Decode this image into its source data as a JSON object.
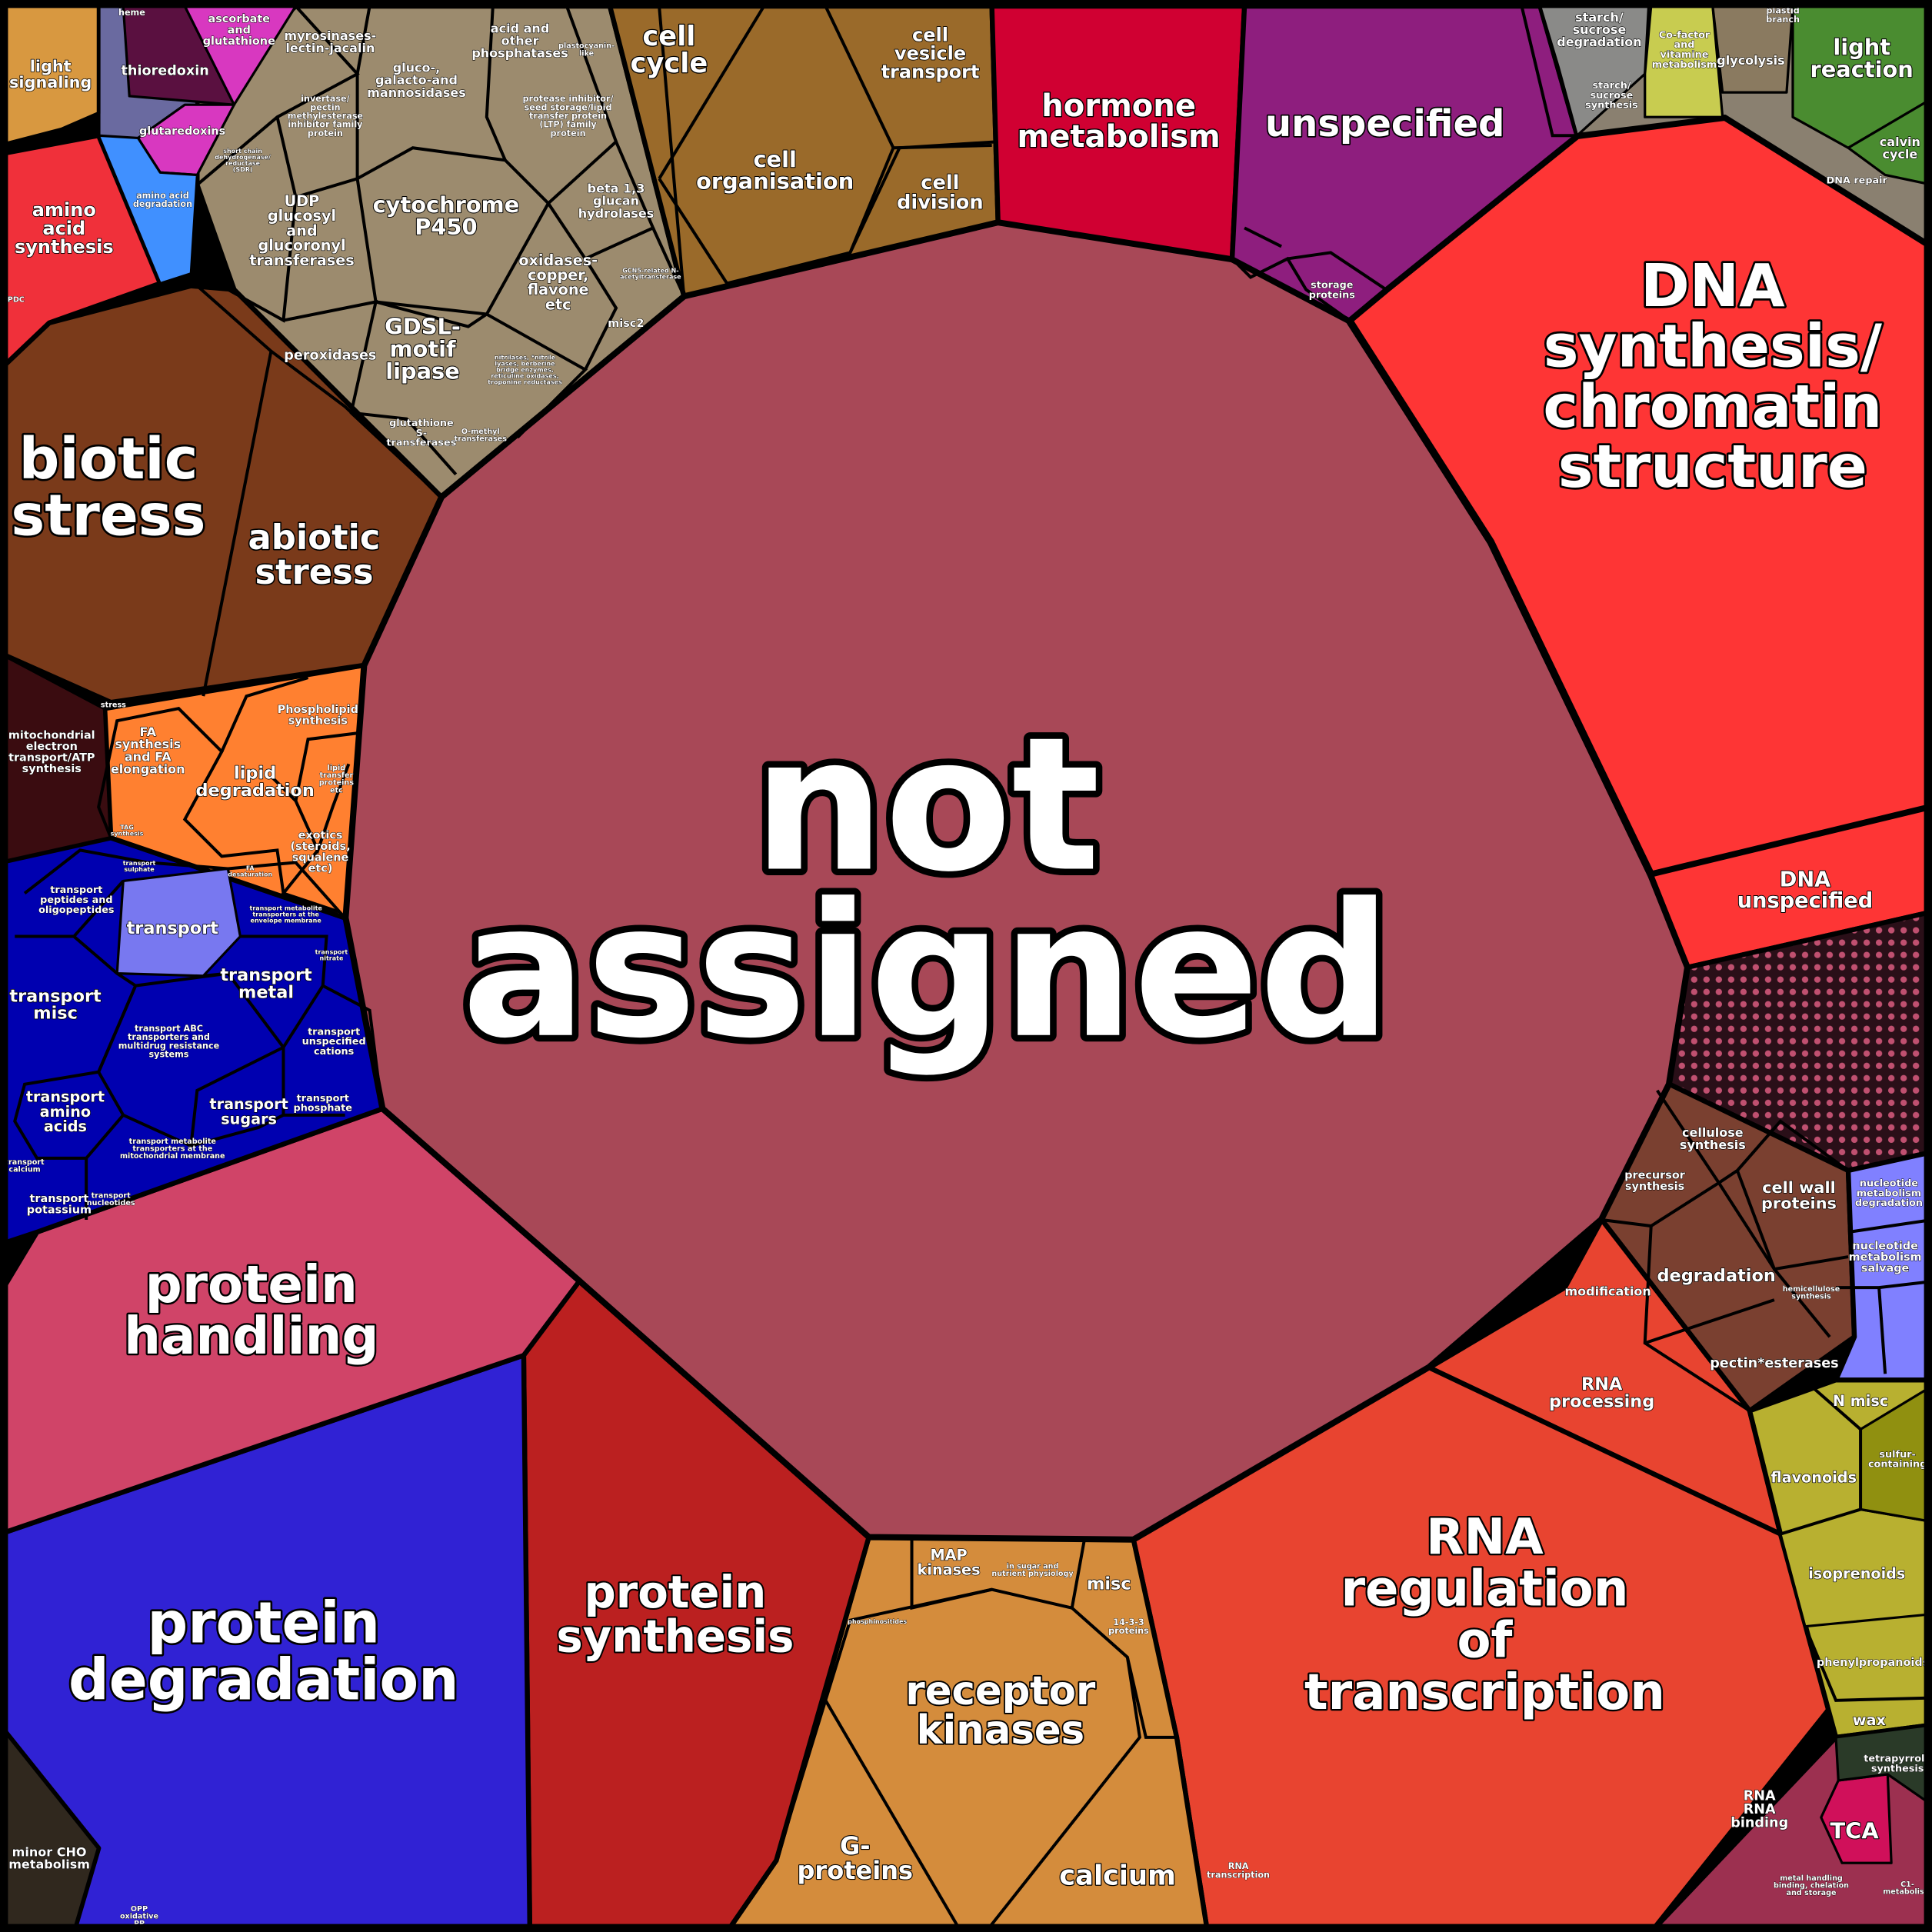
{
  "title": "Voronoi treemap of functional bins",
  "cells": [
    {
      "id": "not-assigned",
      "lines": [
        "not",
        "assigned"
      ],
      "color": "#a84857"
    },
    {
      "id": "dna-synthesis",
      "lines": [
        "DNA",
        "synthesis/",
        "chromatin",
        "structure"
      ],
      "color": "#fe3535"
    },
    {
      "id": "dna-unspecified",
      "lines": [
        "DNA",
        "unspecified"
      ],
      "color": "#fe3535"
    },
    {
      "id": "hatched",
      "lines": [],
      "color": "#2a0f18"
    },
    {
      "id": "cell-wall",
      "lines": [],
      "color": "#7a4030"
    },
    {
      "id": "nucleotide",
      "lines": [],
      "color": "#8080ff"
    },
    {
      "id": "rna-processing",
      "lines": [
        "RNA",
        "processing"
      ],
      "color": "#e84430"
    },
    {
      "id": "rna-regulation",
      "lines": [
        "RNA",
        "regulation",
        "of",
        "transcription"
      ],
      "color": "#e84430"
    },
    {
      "id": "secondary-metabolism",
      "lines": [],
      "color": "#b8b030"
    },
    {
      "id": "lower-right",
      "lines": [],
      "color": "#9c3050"
    },
    {
      "id": "signalling",
      "lines": [],
      "color": "#d48c3c"
    },
    {
      "id": "protein-synthesis",
      "lines": [
        "protein",
        "synthesis"
      ],
      "color": "#bb2020"
    },
    {
      "id": "protein-degradation",
      "lines": [
        "protein",
        "degradation"
      ],
      "color": "#3022d4"
    },
    {
      "id": "minor-cho",
      "lines": [
        "minor CHO",
        "metabolism"
      ],
      "color": "#30281e"
    },
    {
      "id": "protein-handling",
      "lines": [
        "protein",
        "handling"
      ],
      "color": "#d04468"
    },
    {
      "id": "transport-group",
      "lines": [],
      "color": "#0000b0"
    },
    {
      "id": "lipid",
      "lines": [],
      "color": "#ff8030"
    },
    {
      "id": "mito-electron",
      "lines": [
        "mitochondrial",
        "electron",
        "transport/ATP",
        "synthesis"
      ],
      "color": "#3a0c10"
    },
    {
      "id": "stress",
      "lines": [],
      "color": "#7a3a1a"
    },
    {
      "id": "misc",
      "lines": [],
      "color": "#9c8b6e"
    },
    {
      "id": "cell",
      "lines": [],
      "color": "#9a6a2a"
    },
    {
      "id": "hormone-metabolism",
      "lines": [
        "hormone",
        "metabolism"
      ],
      "color": "#d00032"
    },
    {
      "id": "unspecified",
      "lines": [
        "unspecified"
      ],
      "color": "#8e1e7e"
    },
    {
      "id": "photosynthesis",
      "lines": [],
      "color": "#8a8070"
    },
    {
      "id": "amino-acid-synthesis",
      "lines": [
        "amino",
        "acid",
        "synthesis"
      ],
      "color": "#f0303a"
    },
    {
      "id": "redox",
      "lines": [],
      "color": "#6a6aa0"
    },
    {
      "id": "light-signaling",
      "lines": [
        "light",
        "signaling"
      ],
      "color": "#d89840"
    },
    {
      "id": "thioredoxin",
      "lines": [
        "thioredoxin"
      ],
      "color": "#5a1040"
    },
    {
      "id": "ascorbate",
      "lines": [
        "ascorbate",
        "and",
        "glutathione"
      ],
      "color": "#d838c0"
    },
    {
      "id": "glutaredoxins",
      "lines": [
        "glutaredoxins"
      ],
      "color": "#d838c0"
    },
    {
      "id": "amino-acid-degradation",
      "lines": [
        "amino acid",
        "degradation"
      ],
      "color": "#4090ff"
    },
    {
      "id": "transport-main",
      "lines": [
        "transport"
      ],
      "color": "#7878f0"
    },
    {
      "id": "tca",
      "lines": [
        "TCA"
      ],
      "color": "#d0105a"
    },
    {
      "id": "starch-gray",
      "lines": [
        "starch/",
        "sucrose",
        "degradation"
      ],
      "color": "#8a8a88"
    },
    {
      "id": "co-factor",
      "lines": [
        "Co-factor",
        "and",
        "vitamine",
        "metabolism"
      ],
      "color": "#c8cc50"
    },
    {
      "id": "glycolysis",
      "lines": [
        "glycolysis"
      ],
      "color": "#8a7a60"
    },
    {
      "id": "light-reaction",
      "lines": [
        "light",
        "reaction"
      ],
      "color": "#4a8c30"
    },
    {
      "id": "calvin-cycle",
      "lines": [
        "calvin",
        "cycle"
      ],
      "color": "#4a8c30"
    },
    {
      "id": "isoprenoid-cell",
      "lines": [
        "isoprenoids"
      ],
      "color": "#b8b030"
    },
    {
      "id": "sulfur-cell",
      "lines": [
        "sulfur-",
        "containing"
      ],
      "color": "#909010"
    },
    {
      "id": "tetrapyrrole",
      "lines": [
        "tetrapyrrole",
        "synthesis"
      ],
      "color": "#2a3a28"
    }
  ],
  "labels": [
    {
      "id": "cellulose",
      "lines": [
        "cellulose",
        "synthesis"
      ]
    },
    {
      "id": "precursor",
      "lines": [
        "precursor",
        "synthesis"
      ]
    },
    {
      "id": "cw-proteins",
      "lines": [
        "cell wall",
        "proteins"
      ]
    },
    {
      "id": "cw-degradation",
      "lines": [
        "degradation"
      ]
    },
    {
      "id": "modification",
      "lines": [
        "modification"
      ]
    },
    {
      "id": "hemicellulose",
      "lines": [
        "hemicellulose",
        "synthesis"
      ]
    },
    {
      "id": "pectin",
      "lines": [
        "pectin*esterases"
      ]
    },
    {
      "id": "nuc-deg",
      "lines": [
        "nucleotide",
        "metabolism",
        "degradation"
      ]
    },
    {
      "id": "nuc-salvage",
      "lines": [
        "nucleotide",
        "metabolism",
        "salvage"
      ]
    },
    {
      "id": "rna-binding",
      "lines": [
        "RNA",
        "RNA",
        "binding"
      ]
    },
    {
      "id": "rna-transcription",
      "lines": [
        "RNA",
        "transcription"
      ]
    },
    {
      "id": "n-misc",
      "lines": [
        "N misc"
      ]
    },
    {
      "id": "flavonoids",
      "lines": [
        "flavonoids"
      ]
    },
    {
      "id": "phenylpropanoids",
      "lines": [
        "phenylpropanoids"
      ]
    },
    {
      "id": "wax",
      "lines": [
        "wax"
      ]
    },
    {
      "id": "metal-handling",
      "lines": [
        "metal handling",
        "binding, chelation",
        "and storage"
      ]
    },
    {
      "id": "c1",
      "lines": [
        "C1-",
        "metabolism"
      ]
    },
    {
      "id": "map-kinases",
      "lines": [
        "MAP",
        "kinases"
      ]
    },
    {
      "id": "sugar-nutrient",
      "lines": [
        "in sugar and",
        "nutrient physiology"
      ]
    },
    {
      "id": "sig-misc",
      "lines": [
        "misc"
      ]
    },
    {
      "id": "14-3-3",
      "lines": [
        "14-3-3",
        "proteins"
      ]
    },
    {
      "id": "phosphinositides",
      "lines": [
        "phosphinositides"
      ]
    },
    {
      "id": "receptor-kinases",
      "lines": [
        "receptor",
        "kinases"
      ]
    },
    {
      "id": "g-proteins",
      "lines": [
        "G-",
        "proteins"
      ]
    },
    {
      "id": "calcium",
      "lines": [
        "calcium"
      ]
    },
    {
      "id": "opp",
      "lines": [
        "OPP",
        "oxidative",
        "PP"
      ]
    },
    {
      "id": "t-peptides",
      "lines": [
        "transport",
        "peptides and",
        "oligopeptides"
      ]
    },
    {
      "id": "t-metal",
      "lines": [
        "transport",
        "metal"
      ]
    },
    {
      "id": "t-misc",
      "lines": [
        "transport",
        "misc"
      ]
    },
    {
      "id": "t-abc",
      "lines": [
        "transport ABC",
        "transporters and",
        "multidrug resistance",
        "systems"
      ]
    },
    {
      "id": "t-cations",
      "lines": [
        "transport",
        "unspecified",
        "cations"
      ]
    },
    {
      "id": "t-sugars",
      "lines": [
        "transport",
        "sugars"
      ]
    },
    {
      "id": "t-phosphate",
      "lines": [
        "transport",
        "phosphate"
      ]
    },
    {
      "id": "t-amino",
      "lines": [
        "transport",
        "amino",
        "acids"
      ]
    },
    {
      "id": "t-potassium",
      "lines": [
        "transport",
        "potassium"
      ]
    },
    {
      "id": "t-calcium",
      "lines": [
        "transport",
        "calcium"
      ]
    },
    {
      "id": "t-nucleotides",
      "lines": [
        "transport",
        "nucleotides"
      ]
    },
    {
      "id": "t-mito",
      "lines": [
        "transport metabolite",
        "transporters at the",
        "mitochondrial membrane"
      ]
    },
    {
      "id": "t-envelope",
      "lines": [
        "transport metabolite",
        "transporters at the",
        "envelope membrane"
      ]
    },
    {
      "id": "t-nitrate",
      "lines": [
        "transport",
        "nitrate"
      ]
    },
    {
      "id": "t-sulphate",
      "lines": [
        "transport",
        "sulphate"
      ]
    },
    {
      "id": "fa-synthesis",
      "lines": [
        "FA",
        "synthesis",
        "and FA",
        "elongation"
      ]
    },
    {
      "id": "lipid-deg",
      "lines": [
        "lipid",
        "degradation"
      ]
    },
    {
      "id": "phospholipid",
      "lines": [
        "Phospholipid",
        "synthesis"
      ]
    },
    {
      "id": "exotics",
      "lines": [
        "exotics",
        "(steroids,",
        "squalene",
        "etc)"
      ]
    },
    {
      "id": "lipid-transfer",
      "lines": [
        "lipid",
        "transfer",
        "proteins",
        "etc"
      ]
    },
    {
      "id": "fa-desat",
      "lines": [
        "FA",
        "desaturation"
      ]
    },
    {
      "id": "tag",
      "lines": [
        "TAG",
        "synthesis"
      ]
    },
    {
      "id": "stress-small",
      "lines": [
        "stress"
      ]
    },
    {
      "id": "biotic",
      "lines": [
        "biotic",
        "stress"
      ]
    },
    {
      "id": "abiotic",
      "lines": [
        "abiotic",
        "stress"
      ]
    },
    {
      "id": "p450",
      "lines": [
        "cytochrome",
        "P450"
      ]
    },
    {
      "id": "udp",
      "lines": [
        "UDP",
        "glucosyl",
        "and",
        "glucoronyl",
        "transferases"
      ]
    },
    {
      "id": "gdsl",
      "lines": [
        "GDSL-",
        "motif",
        "lipase"
      ]
    },
    {
      "id": "gluco",
      "lines": [
        "gluco-,",
        "galacto-and",
        "mannosidases"
      ]
    },
    {
      "id": "myrosinases",
      "lines": [
        "myrosinases-",
        "lectin-jacalin"
      ]
    },
    {
      "id": "phosphatases",
      "lines": [
        "acid and",
        "other",
        "phosphatases"
      ]
    },
    {
      "id": "peroxidases",
      "lines": [
        "peroxidases"
      ]
    },
    {
      "id": "oxidases",
      "lines": [
        "oxidases-",
        "copper,",
        "flavone",
        "etc"
      ]
    },
    {
      "id": "beta-glucan",
      "lines": [
        "beta 1,3",
        "glucan",
        "hydrolases"
      ]
    },
    {
      "id": "misc2",
      "lines": [
        "misc2"
      ]
    },
    {
      "id": "gst",
      "lines": [
        "glutathione",
        "S-",
        "transferases"
      ]
    },
    {
      "id": "protease-inh",
      "lines": [
        "protease inhibitor/",
        "seed storage/lipid",
        "transfer protein",
        "(LTP) family",
        "protein"
      ]
    },
    {
      "id": "invertase",
      "lines": [
        "invertase/",
        "pectin",
        "methylesterase",
        "inhibitor family",
        "protein"
      ]
    },
    {
      "id": "plastocyanin",
      "lines": [
        "plastocyanin-",
        "like"
      ]
    },
    {
      "id": "short-chain",
      "lines": [
        "short chain",
        "dehydrogenase/",
        "reductase",
        "(SDR)"
      ]
    },
    {
      "id": "nitrilases",
      "lines": [
        "nitrilases, *nitrile",
        "lyases, berberine",
        "bridge enzymes,",
        "reticuline oxidases,",
        "troponine reductases"
      ]
    },
    {
      "id": "o-methyl",
      "lines": [
        "O-methyl",
        "transferases"
      ]
    },
    {
      "id": "gdsl-acyl",
      "lines": [
        "GCN5-related N-",
        "acetyltransferase"
      ]
    },
    {
      "id": "cell-cycle",
      "lines": [
        "cell",
        "cycle"
      ]
    },
    {
      "id": "cell-org",
      "lines": [
        "cell",
        "organisation"
      ]
    },
    {
      "id": "cell-vesicle",
      "lines": [
        "cell",
        "vesicle",
        "transport"
      ]
    },
    {
      "id": "cell-division",
      "lines": [
        "cell",
        "division"
      ]
    },
    {
      "id": "storage-proteins",
      "lines": [
        "storage",
        "proteins"
      ]
    },
    {
      "id": "starch-synth",
      "lines": [
        "starch/",
        "sucrose",
        "synthesis"
      ]
    },
    {
      "id": "dna-repair",
      "lines": [
        "DNA repair"
      ]
    },
    {
      "id": "plastid-branch",
      "lines": [
        "plastid",
        "branch"
      ]
    },
    {
      "id": "heme",
      "lines": [
        "heme"
      ]
    },
    {
      "id": "pdc",
      "lines": [
        "PDC"
      ]
    }
  ]
}
